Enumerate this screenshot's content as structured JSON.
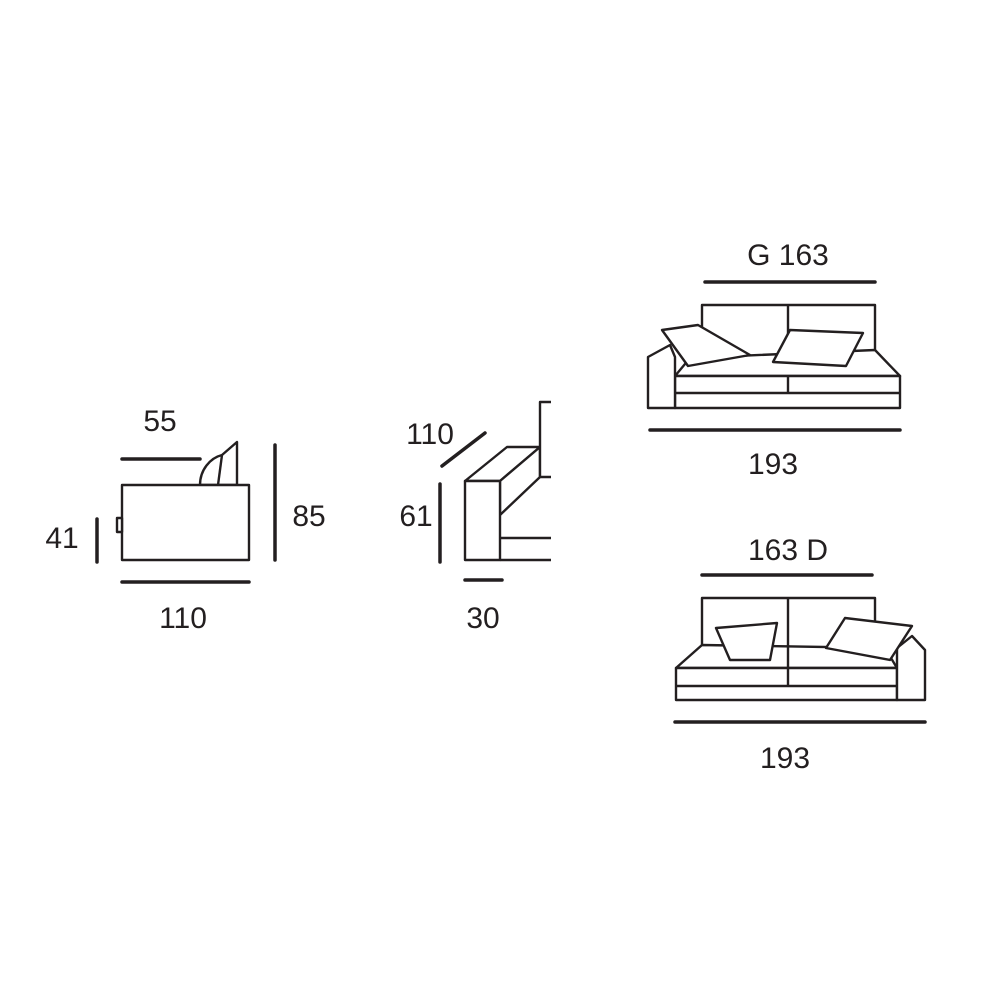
{
  "side_view": {
    "depth_top": "55",
    "height": "85",
    "seat_height": "41",
    "depth": "110"
  },
  "arm_view": {
    "depth": "110",
    "arm_height": "61",
    "arm_width": "30"
  },
  "sofa_left": {
    "seat_label": "G 163",
    "total_width": "193"
  },
  "sofa_right": {
    "seat_label": "163 D",
    "total_width": "193"
  },
  "colors": {
    "line": "#231f20",
    "background": "#ffffff"
  }
}
